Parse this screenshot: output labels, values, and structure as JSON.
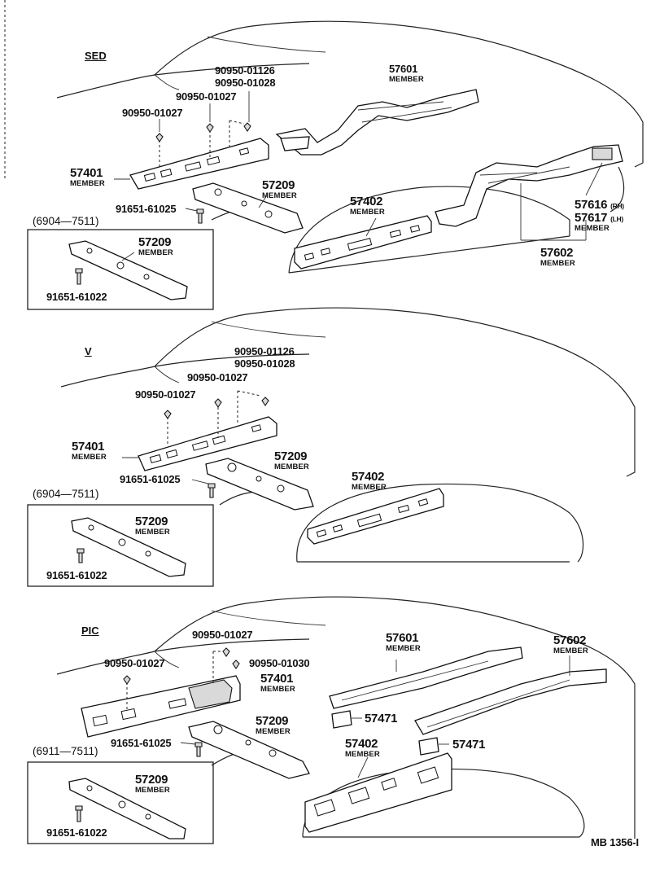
{
  "sections": [
    {
      "variant": "SED",
      "labels": {
        "p_57601": "57601",
        "p_57601_name": "MEMBER",
        "clip_a1": "90950-01126",
        "clip_a2": "90950-01028",
        "clip_b": "90950-01027",
        "clip_c": "90950-01027",
        "p_57401": "57401",
        "p_57401_name": "MEMBER",
        "p_57209": "57209",
        "p_57209_name": "MEMBER",
        "bolt": "91651-61025",
        "p_57402": "57402",
        "p_57402_name": "MEMBER",
        "p_57616": "57616",
        "p_57616_suffix": "(RH)",
        "p_57617": "57617",
        "p_57617_suffix": "(LH)",
        "p_57616_name": "MEMBER",
        "p_57602": "57602",
        "p_57602_name": "MEMBER"
      },
      "inset": {
        "range": "(6904—7511)",
        "part": "57209",
        "part_name": "MEMBER",
        "bolt": "91651-61022"
      }
    },
    {
      "variant": "V",
      "labels": {
        "clip_a1": "90950-01126",
        "clip_a2": "90950-01028",
        "clip_b": "90950-01027",
        "clip_c": "90950-01027",
        "p_57401": "57401",
        "p_57401_name": "MEMBER",
        "p_57209": "57209",
        "p_57209_name": "MEMBER",
        "bolt": "91651-61025",
        "p_57402": "57402",
        "p_57402_name": "MEMBER"
      },
      "inset": {
        "range": "(6904—7511)",
        "part": "57209",
        "part_name": "MEMBER",
        "bolt": "91651-61022"
      }
    },
    {
      "variant": "PIC",
      "labels": {
        "clip_a": "90950-01027",
        "clip_b": "90950-01030",
        "clip_c": "90950-01027",
        "p_57401": "57401",
        "p_57401_name": "MEMBER",
        "p_57601": "57601",
        "p_57601_name": "MEMBER",
        "p_57602": "57602",
        "p_57602_name": "MEMBER",
        "p_57471a": "57471",
        "p_57471b": "57471",
        "p_57209": "57209",
        "p_57209_name": "MEMBER",
        "bolt": "91651-61025",
        "p_57402": "57402",
        "p_57402_name": "MEMBER"
      },
      "inset": {
        "range": "(6911—7511)",
        "part": "57209",
        "part_name": "MEMBER",
        "bolt": "91651-61022"
      }
    }
  ],
  "footer": {
    "code": "MB 1356-I"
  }
}
